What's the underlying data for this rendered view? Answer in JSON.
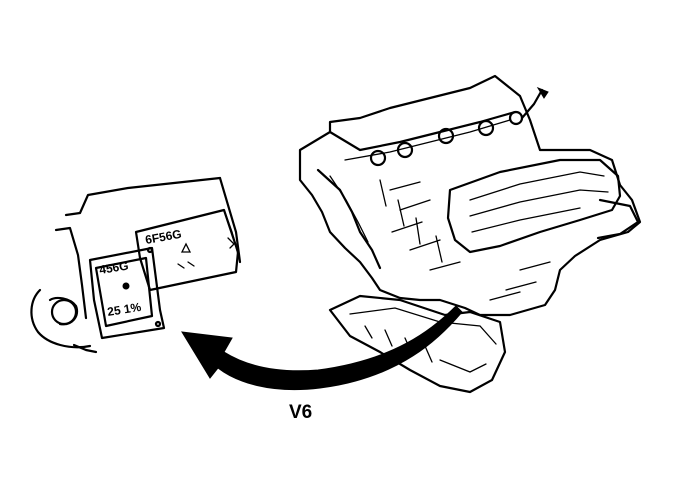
{
  "diagram": {
    "arrow_label": "V6",
    "inner_tag_lines": [
      "456G",
      "25 1%"
    ],
    "outer_tag_line": "6F56G",
    "ink_color": "#000000",
    "background_color": "#ffffff"
  }
}
